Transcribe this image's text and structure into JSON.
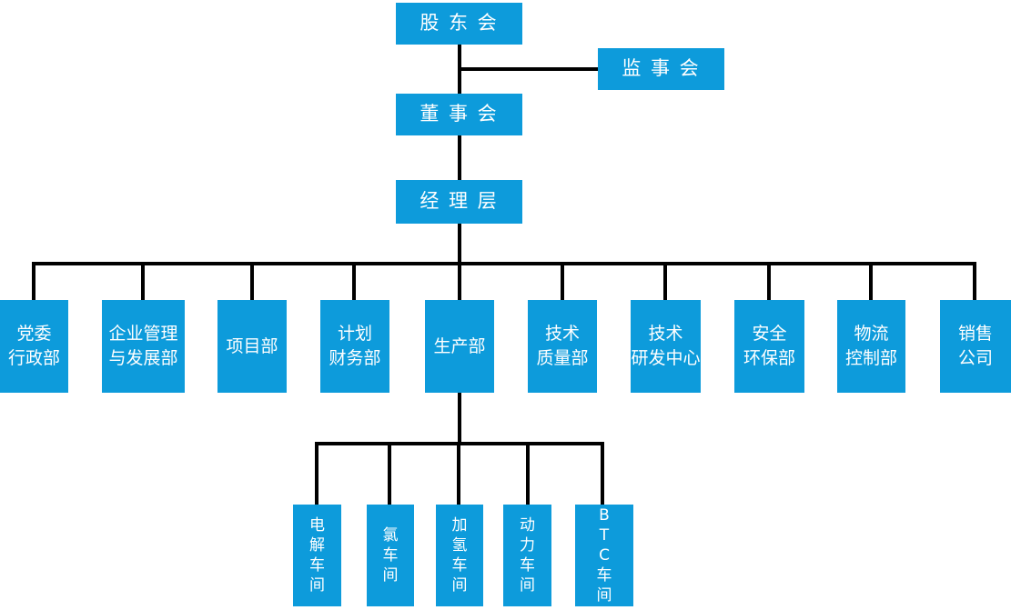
{
  "diagram": {
    "type": "org-chart",
    "colors": {
      "node_fill": "#0D9BDB",
      "node_text": "#FFFFFF",
      "connector": "#000000"
    },
    "nodes": {
      "shareholders": {
        "label": "股 东 会"
      },
      "supervisory": {
        "label": "监 事 会"
      },
      "board": {
        "label": "董 事 会"
      },
      "management": {
        "label": "经 理 层"
      },
      "departments": [
        {
          "label": "党委\n行政部"
        },
        {
          "label": "企业管理\n与发展部"
        },
        {
          "label": "项目部"
        },
        {
          "label": "计划\n财务部"
        },
        {
          "label": "生产部"
        },
        {
          "label": "技术\n质量部"
        },
        {
          "label": "技术\n研发中心"
        },
        {
          "label": "安全\n环保部"
        },
        {
          "label": "物流\n控制部"
        },
        {
          "label": "销售\n公司"
        }
      ],
      "workshops": [
        {
          "label": "电\n解\n车\n间"
        },
        {
          "label": "氯\n车\n间"
        },
        {
          "label": "加\n氢\n车\n间"
        },
        {
          "label": "动\n力\n车\n间"
        },
        {
          "label": "B\nT\nC\n车\n间"
        }
      ]
    }
  }
}
